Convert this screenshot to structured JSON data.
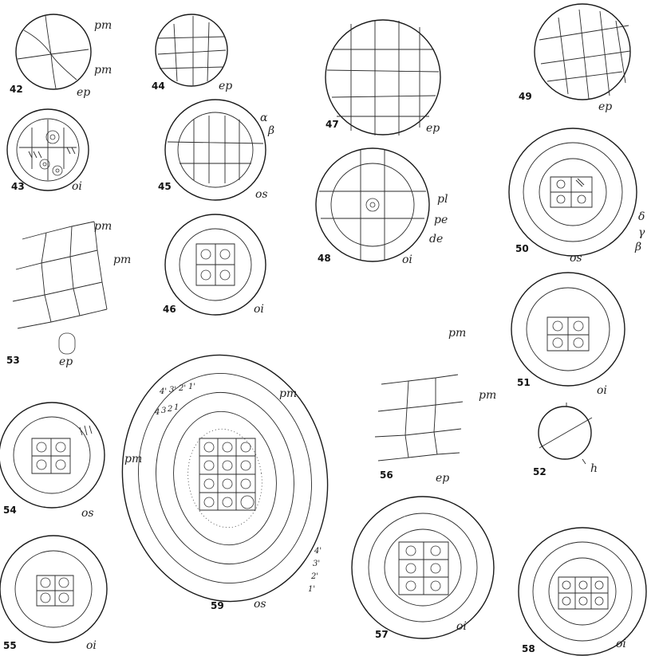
{
  "figures": [
    {
      "number": "42",
      "labels": [
        "pm",
        "pm",
        "ep"
      ]
    },
    {
      "number": "43",
      "labels": [
        "oi"
      ]
    },
    {
      "number": "44",
      "labels": [
        "ep"
      ]
    },
    {
      "number": "45",
      "labels": [
        "α",
        "β",
        "os"
      ]
    },
    {
      "number": "46",
      "labels": [
        "oi"
      ]
    },
    {
      "number": "47",
      "labels": [
        "ep"
      ]
    },
    {
      "number": "48",
      "labels": [
        "pl",
        "pe",
        "de",
        "oi"
      ]
    },
    {
      "number": "49",
      "labels": [
        "ep"
      ]
    },
    {
      "number": "50",
      "labels": [
        "δ",
        "γ",
        "β",
        "os"
      ]
    },
    {
      "number": "51",
      "labels": [
        "oi"
      ]
    },
    {
      "number": "52",
      "labels": [
        "h"
      ]
    },
    {
      "number": "53",
      "labels": [
        "pm",
        "pm",
        "ep"
      ]
    },
    {
      "number": "54",
      "labels": [
        "os"
      ]
    },
    {
      "number": "55",
      "labels": [
        "oi"
      ]
    },
    {
      "number": "56",
      "labels": [
        "pm",
        "pm",
        "ep"
      ]
    },
    {
      "number": "57",
      "labels": [
        "oi"
      ]
    },
    {
      "number": "58",
      "labels": [
        "oi"
      ]
    },
    {
      "number": "59",
      "labels": [
        "pm",
        "pm",
        "os",
        "4'",
        "3'",
        "2'",
        "1'",
        "4",
        "3",
        "2",
        "1",
        "4'",
        "3'",
        "2'",
        "1'"
      ]
    }
  ]
}
